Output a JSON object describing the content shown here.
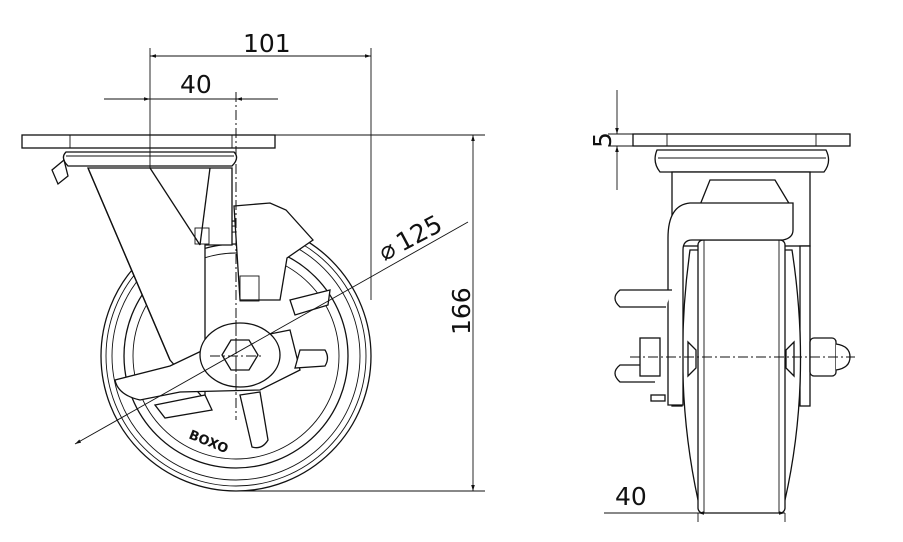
{
  "drawing": {
    "title": "Swivel castor with brake – dimension drawing",
    "brand_logo": "BOXO",
    "dimensions": {
      "offset_total": "101",
      "offset_kingpin": "40",
      "wheel_diameter": "125",
      "wheel_diameter_symbol": "⌀",
      "overall_height": "166",
      "plate_thickness": "5",
      "wheel_width": "40"
    }
  }
}
